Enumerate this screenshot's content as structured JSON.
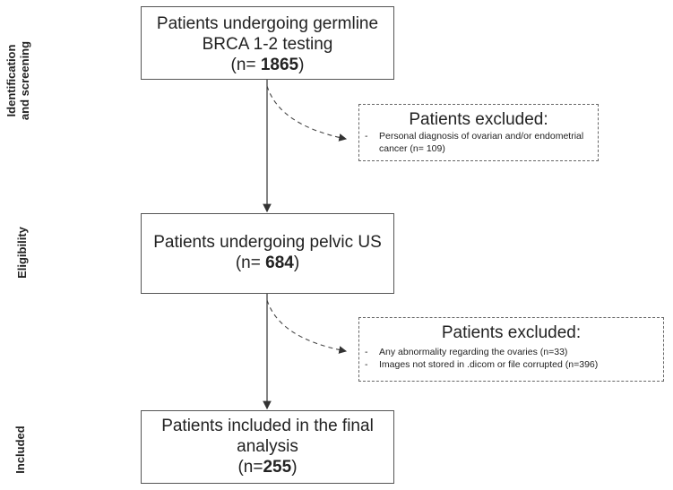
{
  "side_labels": {
    "identification": "Identification and screening",
    "eligibility": "Eligibility",
    "included": "Included"
  },
  "box1": {
    "line1": "Patients undergoing germline",
    "line2": "BRCA 1-2 testing",
    "n_prefix": "(n= ",
    "n_value": "1865",
    "n_suffix": ")"
  },
  "excluded1": {
    "title": "Patients excluded:",
    "items": [
      "Personal diagnosis of ovarian and/or endometrial cancer (n= 109)"
    ]
  },
  "box2": {
    "line1": "Patients undergoing pelvic US",
    "n_prefix": "(n= ",
    "n_value": "684",
    "n_suffix": ")"
  },
  "excluded2": {
    "title": "Patients excluded:",
    "items": [
      "Any abnormality regarding the ovaries  (n=33)",
      "Images not stored in .dicom or file corrupted (n=396)"
    ]
  },
  "box3": {
    "line1": "Patients included in the final",
    "line2": "analysis",
    "n_prefix": "(n=",
    "n_value": "255",
    "n_suffix": ")"
  }
}
